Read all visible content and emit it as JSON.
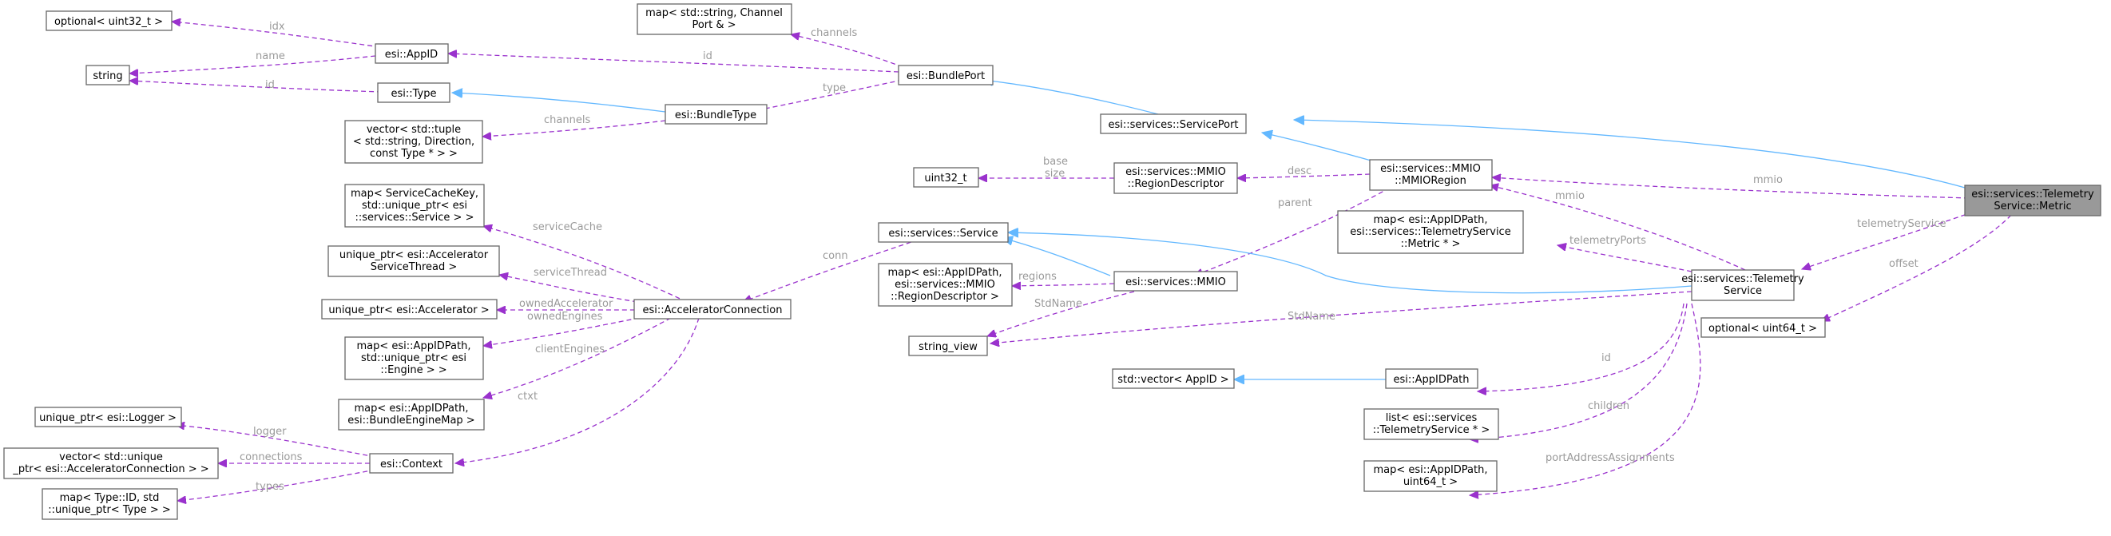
{
  "nodes": {
    "optional_uint32": [
      "optional< uint32_t >"
    ],
    "string": [
      "string"
    ],
    "esi_appid": [
      "esi::AppID"
    ],
    "map_channelport": [
      "map< std::string, Channel",
      "Port & >"
    ],
    "esi_bundleport": [
      "esi::BundlePort"
    ],
    "esi_type": [
      "esi::Type"
    ],
    "esi_bundletype": [
      "esi::BundleType"
    ],
    "vector_tuple": [
      "vector< std::tuple",
      "< std::string, Direction,",
      "const Type * > >"
    ],
    "serviceport": [
      "esi::services::ServicePort"
    ],
    "uint32": [
      "uint32_t"
    ],
    "regiondescriptor": [
      "esi::services::MMIO",
      "::RegionDescriptor"
    ],
    "mmioregion": [
      "esi::services::MMIO",
      "::MMIORegion"
    ],
    "metric": [
      "esi::services::Telemetry",
      "Service::Metric"
    ],
    "map_servicecache": [
      "map< ServiceCacheKey,",
      "std::unique_ptr< esi",
      "::services::Service > >"
    ],
    "unique_servicethread": [
      "unique_ptr< esi::Accelerator",
      "ServiceThread >"
    ],
    "unique_accelerator": [
      "unique_ptr< esi::Accelerator >"
    ],
    "map_engine": [
      "map< esi::AppIDPath,",
      "std::unique_ptr< esi",
      "::Engine > >"
    ],
    "map_bundleengine": [
      "map< esi::AppIDPath,",
      "esi::BundleEngineMap >"
    ],
    "acceleratorconnection": [
      "esi::AcceleratorConnection"
    ],
    "service": [
      "esi::services::Service"
    ],
    "map_regiondesc": [
      "map< esi::AppIDPath,",
      "esi::services::MMIO",
      "::RegionDescriptor >"
    ],
    "mmio": [
      "esi::services::MMIO"
    ],
    "map_metric": [
      "map< esi::AppIDPath,",
      "esi::services::TelemetryService",
      "::Metric * >"
    ],
    "telemetryservice": [
      "esi::services::Telemetry",
      "Service"
    ],
    "optional_uint64": [
      "optional< uint64_t >"
    ],
    "string_view": [
      "string_view"
    ],
    "vector_appid": [
      "std::vector< AppID >"
    ],
    "appidpath": [
      "esi::AppIDPath"
    ],
    "list_telemetry": [
      "list< esi::services",
      "::TelemetryService * >"
    ],
    "map_uint64": [
      "map< esi::AppIDPath,",
      "uint64_t >"
    ],
    "unique_logger": [
      "unique_ptr< esi::Logger >"
    ],
    "vector_unique_conn": [
      "vector< std::unique",
      "_ptr< esi::AcceleratorConnection > >"
    ],
    "map_types": [
      "map< Type::ID, std",
      "::unique_ptr< Type > >"
    ],
    "context": [
      "esi::Context"
    ]
  },
  "edge_labels": {
    "idx": "idx",
    "name": "name",
    "id_type": "id",
    "id_appid": "id",
    "channels_bundleport": "channels",
    "type": "type",
    "channels_bundletype": "channels",
    "base_size": [
      "base",
      "size"
    ],
    "desc": "desc",
    "mmio_metric": "mmio",
    "mmio_telemetry": "mmio",
    "parent": "parent",
    "telemetryService": "telemetryService",
    "offset": "offset",
    "serviceCache": "serviceCache",
    "serviceThread": "serviceThread",
    "conn": "conn",
    "ownedAccelerator": "ownedAccelerator",
    "ownedEngines": "ownedEngines",
    "clientEngines": "clientEngines",
    "ctxt": "ctxt",
    "regions": "regions",
    "stdname_mmio": "StdName",
    "stdname_telemetry": "StdName",
    "telemetryPorts": "telemetryPorts",
    "id_appidpath": "id",
    "children": "children",
    "portAddressAssignments": "portAddressAssignments",
    "logger": "logger",
    "connections": "connections",
    "types": "types"
  }
}
